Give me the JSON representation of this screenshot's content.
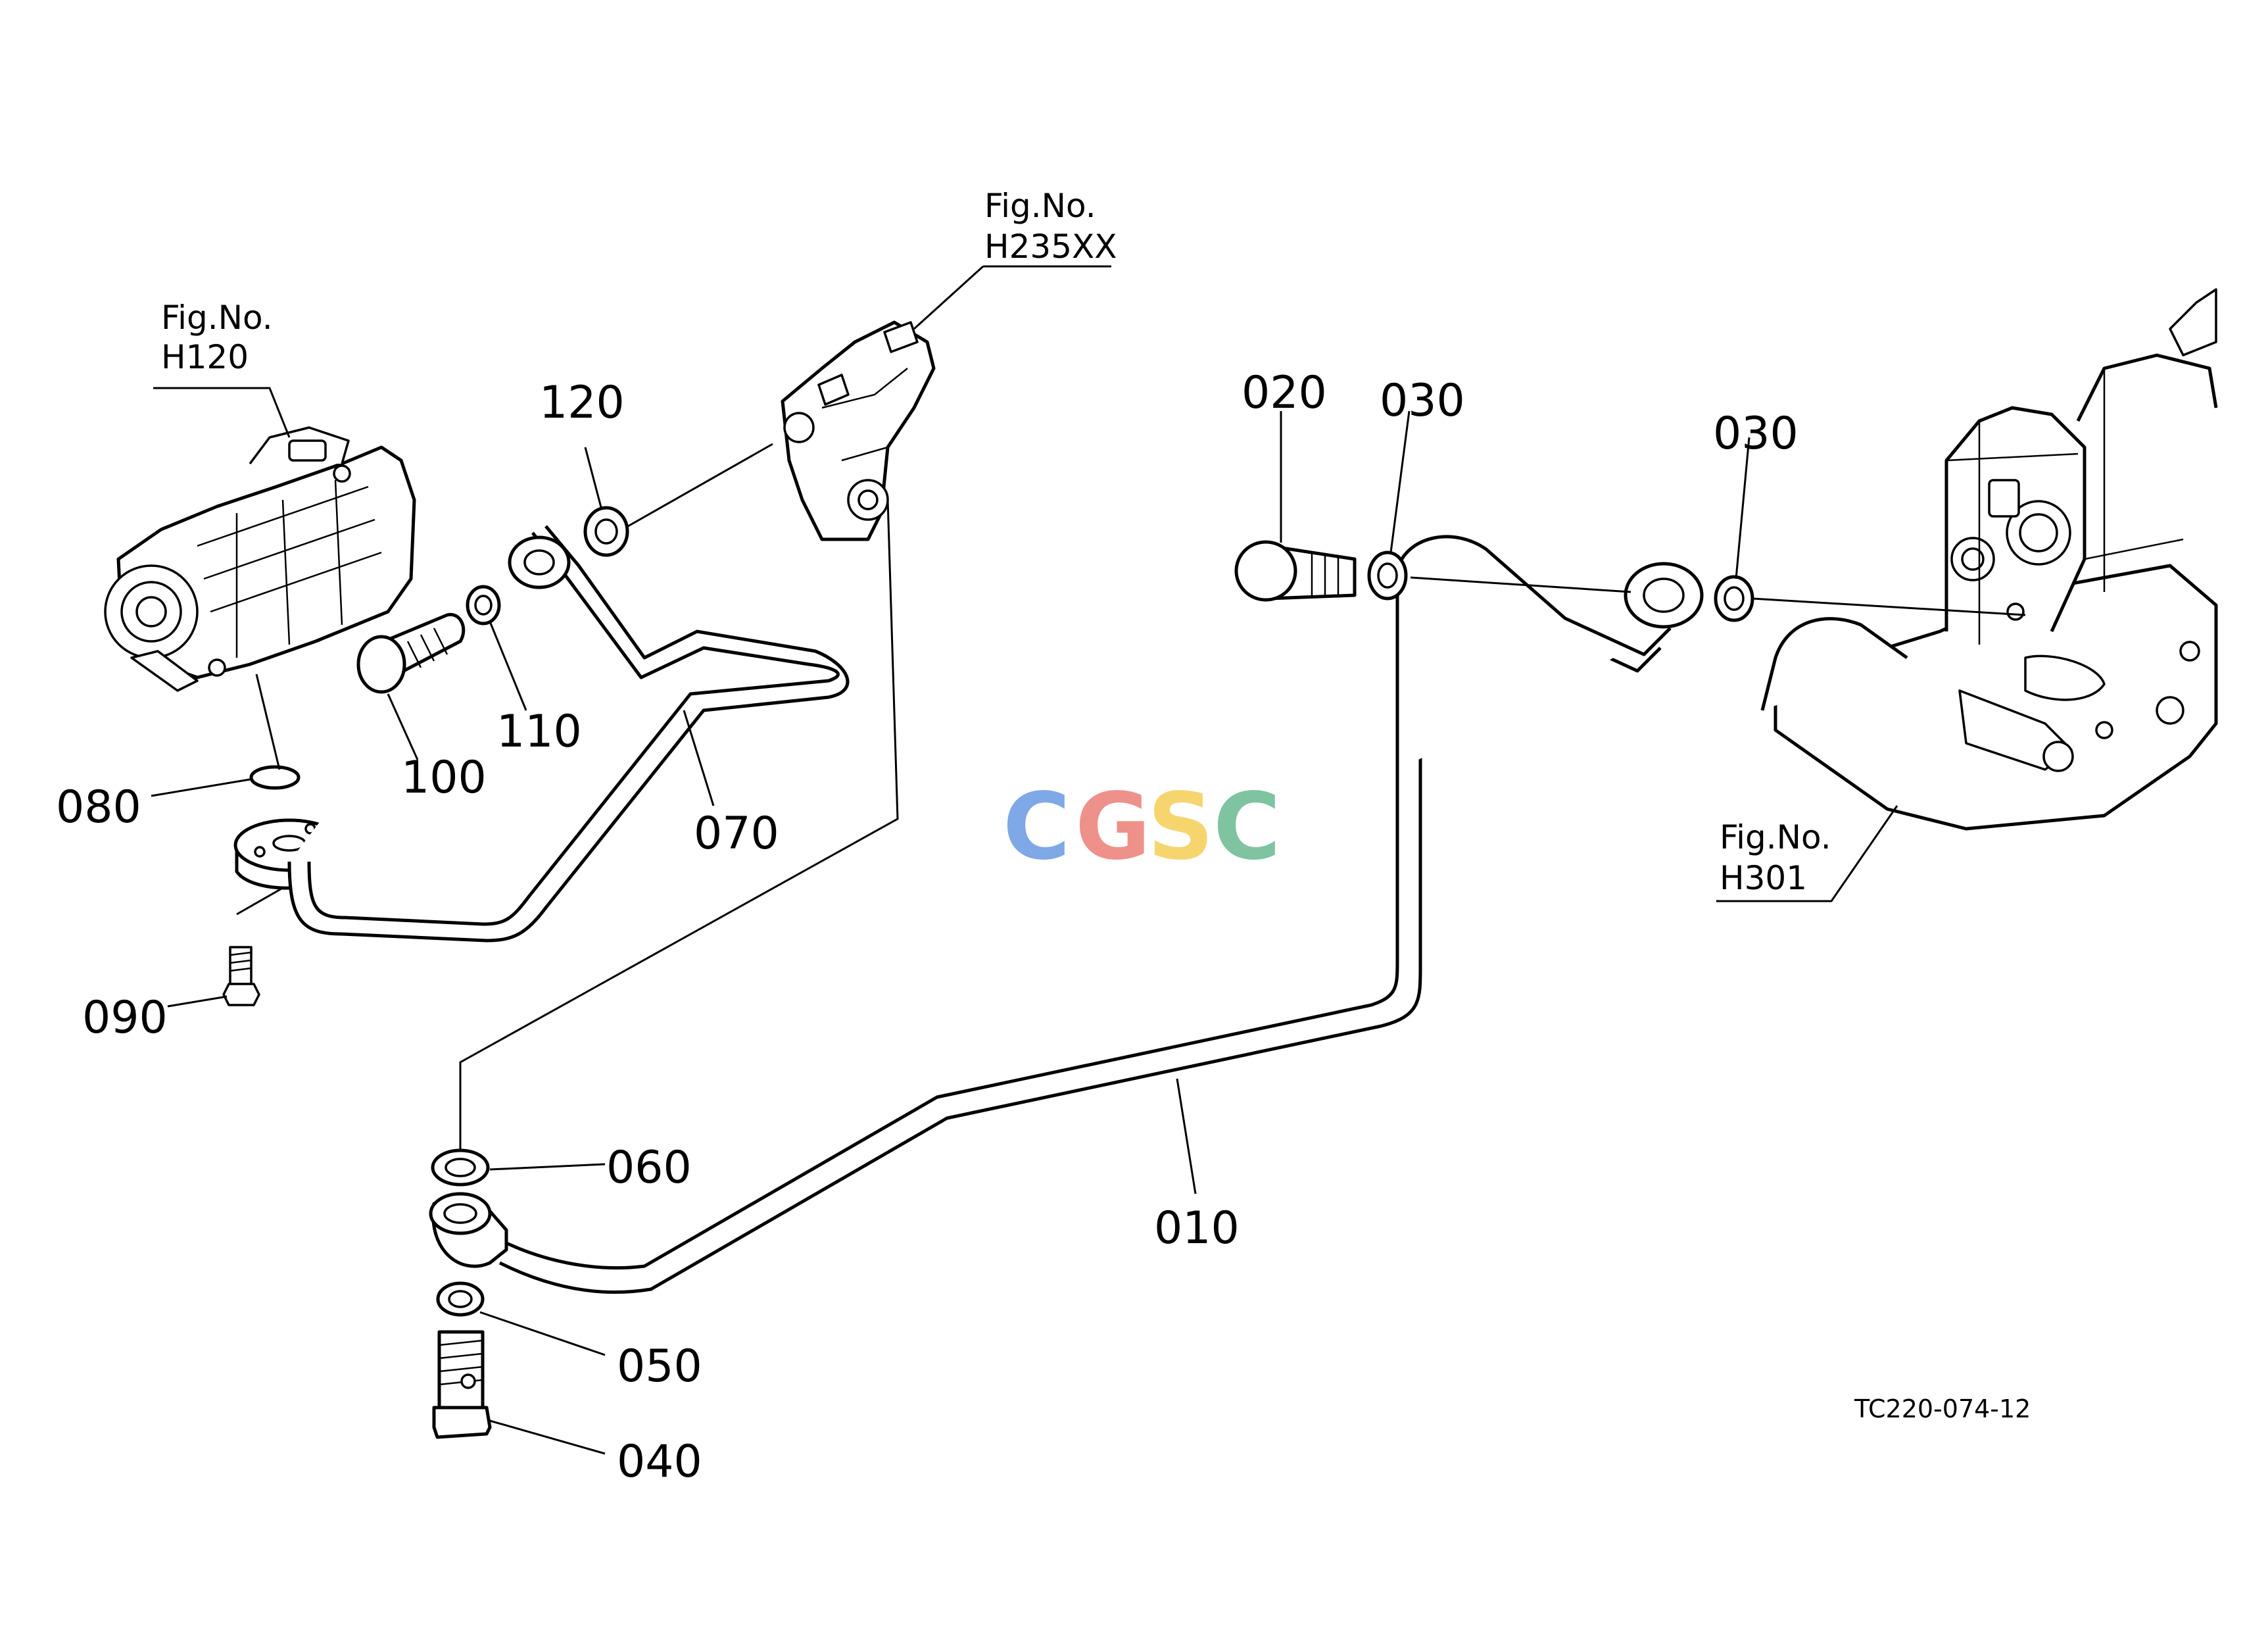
{
  "parts": {
    "p010": "010",
    "p020": "020",
    "p030a": "030",
    "p030b": "030",
    "p040": "040",
    "p050": "050",
    "p060": "060",
    "p070": "070",
    "p080": "080",
    "p090": "090",
    "p100": "100",
    "p110": "110",
    "p120": "120"
  },
  "figure_refs": {
    "h120": {
      "label": "Fig.No.",
      "code": "H120"
    },
    "h235xx": {
      "label": "Fig.No.",
      "code": "H235XX"
    },
    "h301": {
      "label": "Fig.No.",
      "code": "H301"
    }
  },
  "drawing_code": "TC220-074-12",
  "watermark": {
    "letters": [
      "C",
      "G",
      "S",
      "C"
    ],
    "colors": [
      "#7EA8E6",
      "#EE918A",
      "#F6D56E",
      "#7FC3A0"
    ]
  }
}
